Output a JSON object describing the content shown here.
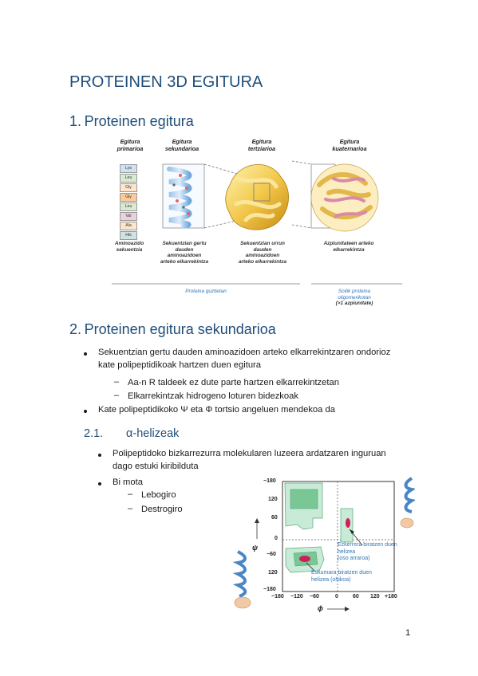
{
  "title": "PROTEINEN 3D EGITURA",
  "section1": {
    "heading": "1. Proteinen egitura",
    "figure": {
      "col_labels": [
        "Egitura primarioa",
        "Egitura sekundarioa",
        "Egitura tertziarioa",
        "Egitura kuaternarioa"
      ],
      "amino_acids": [
        "Lys",
        "Leu",
        "Gly",
        "Gly",
        "Leu",
        "Val",
        "Ala",
        "His"
      ],
      "captions": [
        "Aminoazido sekuentzia",
        "Sekuentzian gertu dauden aminoazidoen arteko elkarrekintza",
        "Sekuentzian urrun dauden aminoazidoen arteko elkarrekintza",
        "Azpiunitateen arteko elkarrekintza"
      ],
      "group_all": "Proteina guztietan",
      "group_oligo_line1": "Soilik proteina oligomerikotan",
      "group_oligo_line2": "(>1 azpiunitate)"
    }
  },
  "section2": {
    "heading": "2. Proteinen egitura sekundarioa",
    "bullet1_line1": "Sekuentzian gertu dauden aminoazidoen arteko elkarrekintzaren ondorioz",
    "bullet1_line2": "kate polipeptidikoak hartzen duen egitura",
    "sub1": "Aa-n R taldeek ez dute parte hartzen elkarrekintzetan",
    "sub2": "Elkarrekintzak hidrogeno loturen bidezkoak",
    "bullet2": "Kate polipeptidikoko Ψ eta Φ tortsio angeluen mendekoa da"
  },
  "section21": {
    "number": "2.1.",
    "heading": "α-helizeak",
    "bullet1_line1": "Polipeptidoko bizkarrezurra molekularen luzeera ardatzaren inguruan",
    "bullet1_line2": "dago estuki kiribilduta",
    "bullet2": "Bi mota",
    "sub1": "Lebogiro",
    "sub2": "Destrogiro"
  },
  "ramachandran": {
    "y_ticks": [
      "−180",
      "120",
      "60",
      "0",
      "−60",
      "120",
      "−180"
    ],
    "x_ticks": [
      "−180",
      "−120",
      "−60",
      "0",
      "60",
      "120",
      "+180"
    ],
    "y_axis_symbol": "ψ",
    "x_axis_symbol": "ϕ",
    "note_left_line1": "Ezkerrera biratzen duen helizea",
    "note_left_line2": "(oso arraroa)",
    "note_right_line1": "Eskumara biratzen duen",
    "note_right_line2": "helizea (ohikoa)"
  },
  "page_number": "1"
}
